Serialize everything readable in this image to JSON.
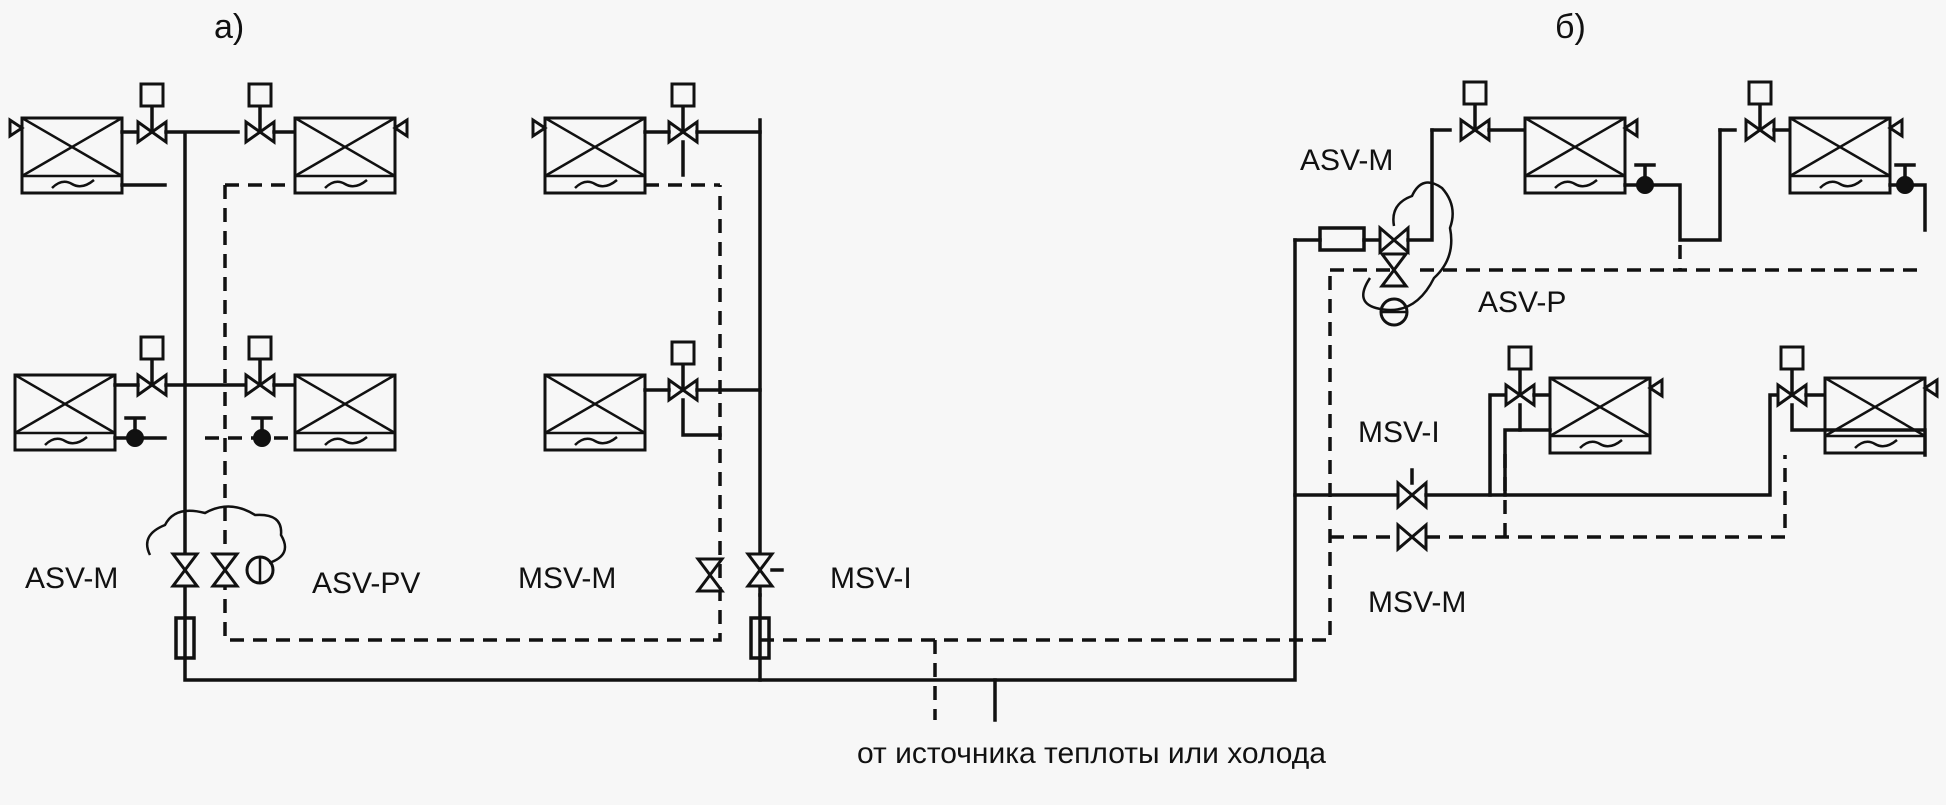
{
  "diagram": {
    "label_a": "а)",
    "label_b": "б)",
    "source_caption": "от источника теплоты или холода",
    "scheme_a": {
      "asv_m": "ASV-M",
      "asv_pv": "ASV-PV",
      "msv_m": "MSV-M",
      "msv_i": "MSV-I"
    },
    "scheme_b": {
      "asv_m": "ASV-M",
      "asv_p": "ASV-P",
      "msv_i": "MSV-I",
      "msv_m": "MSV-M"
    }
  }
}
